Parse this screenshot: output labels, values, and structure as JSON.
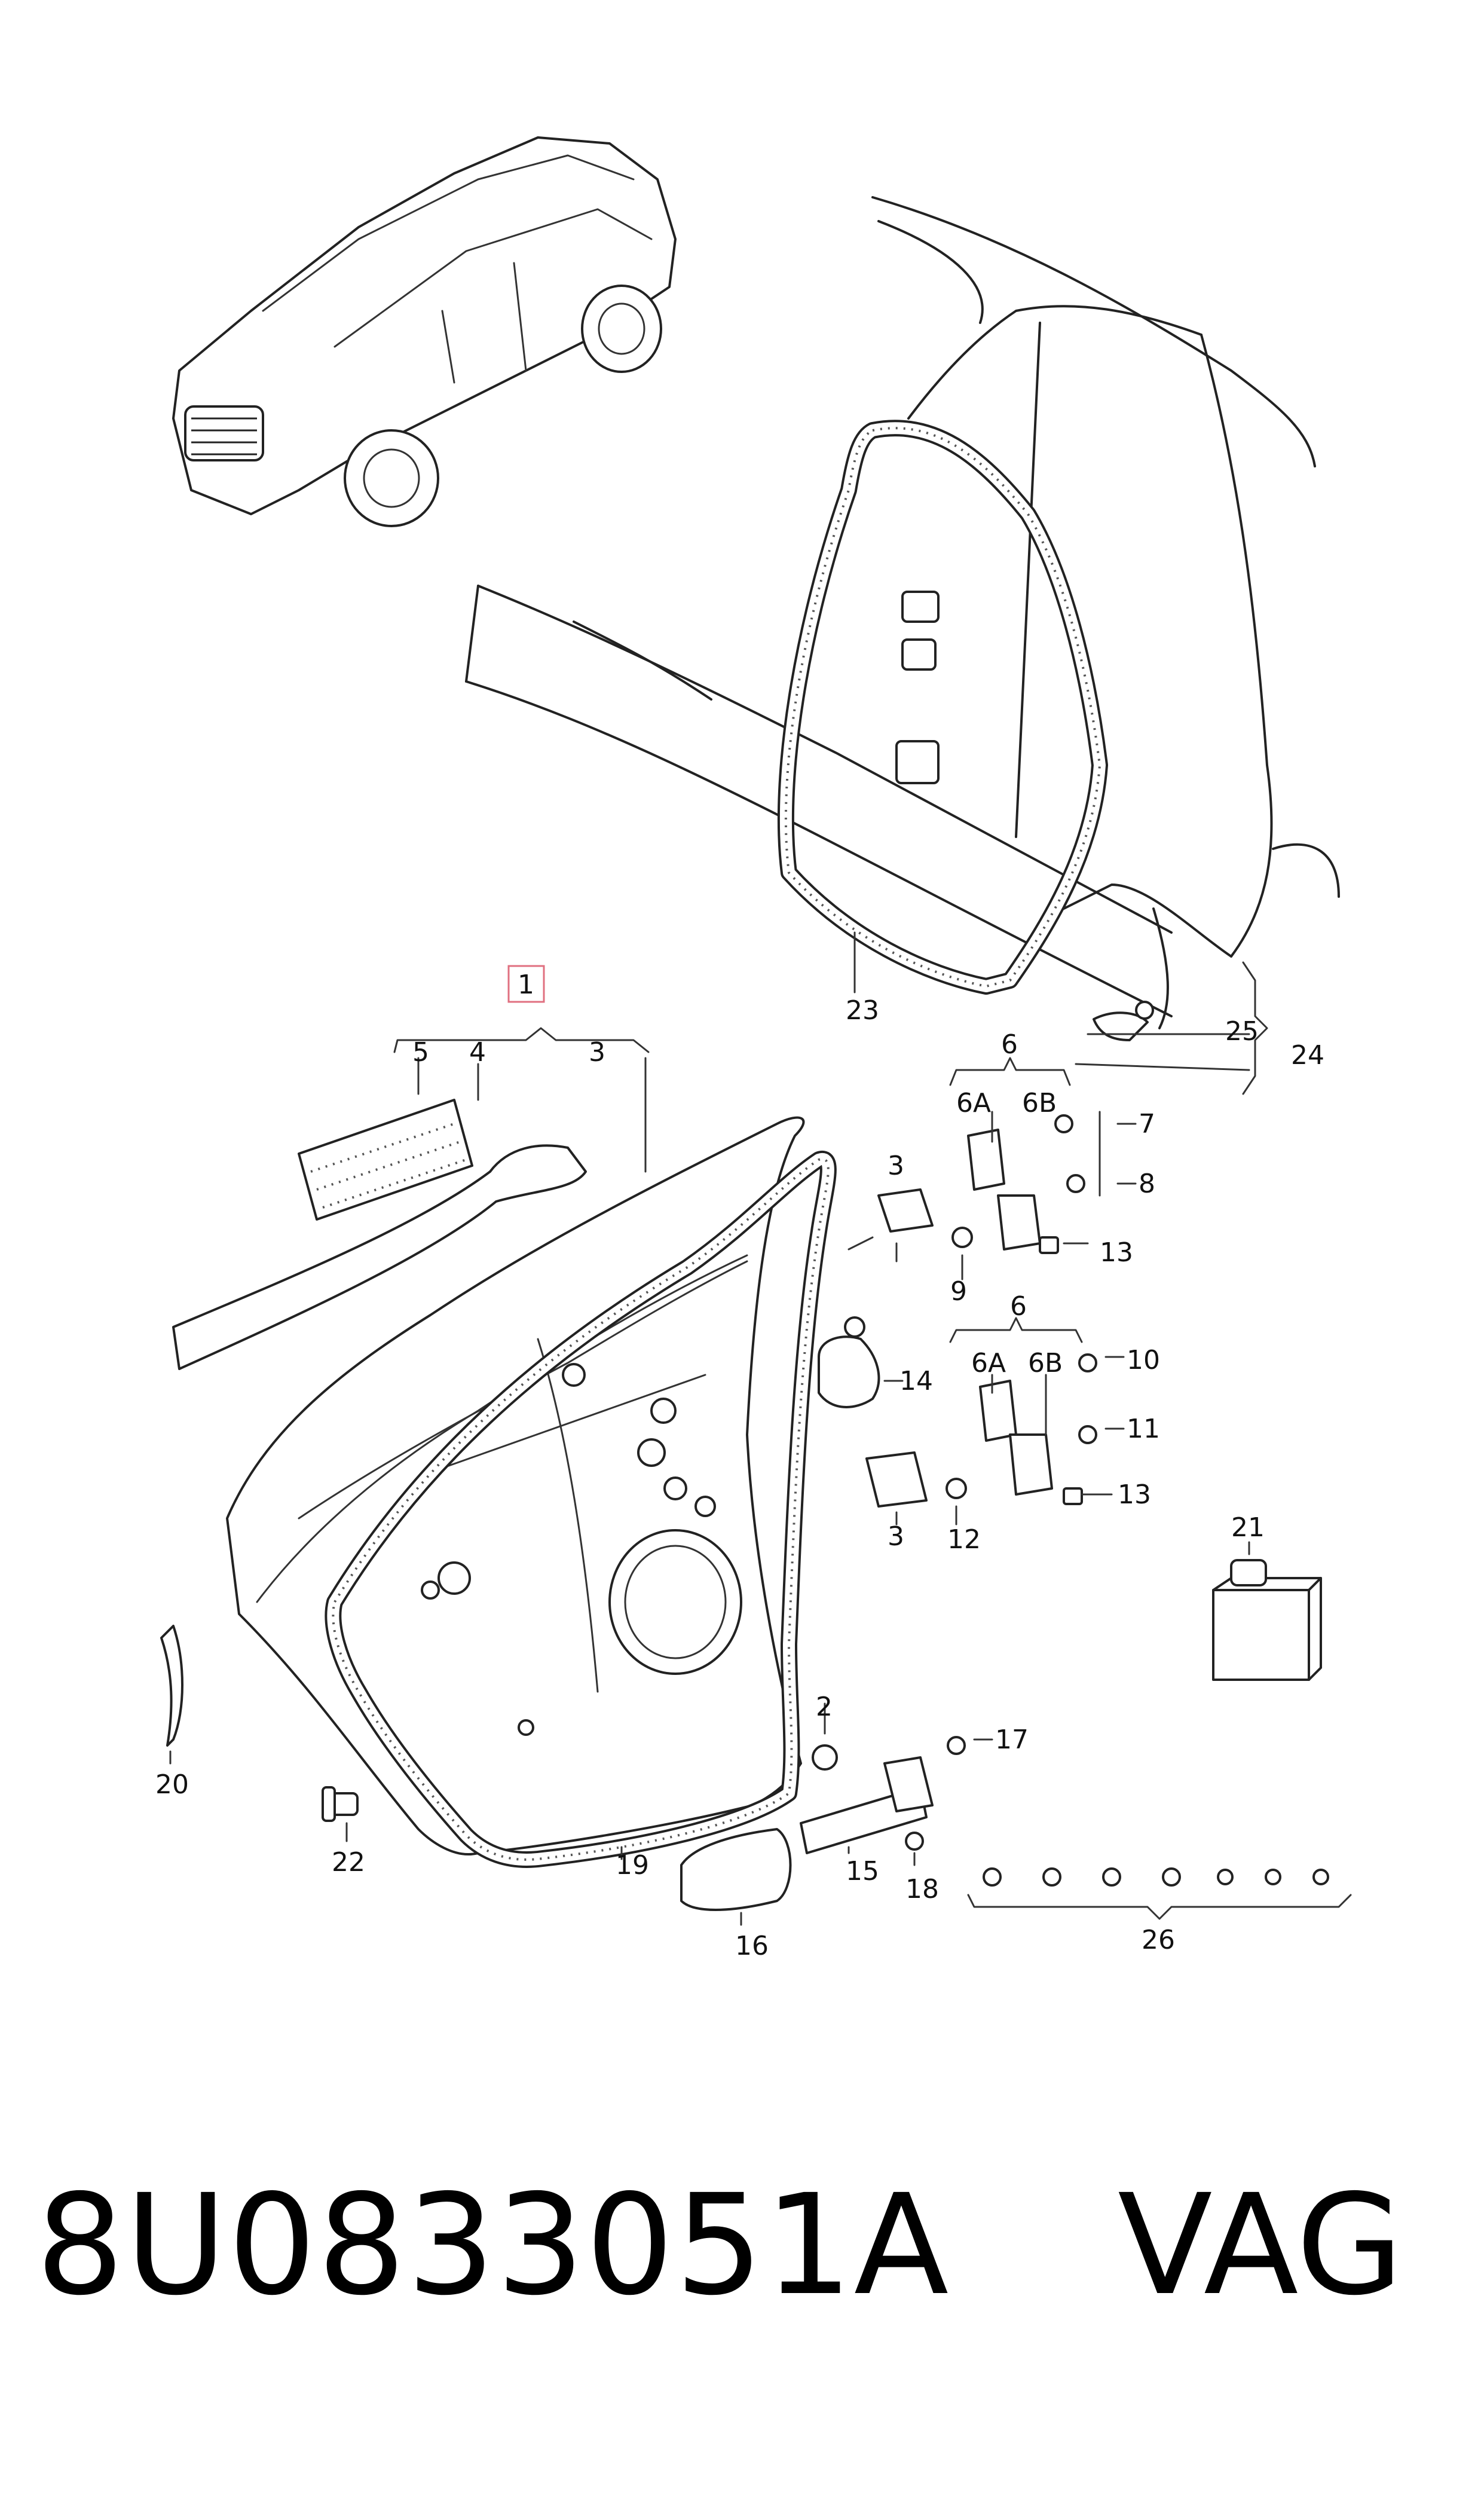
{
  "diagram": {
    "callouts": [
      {
        "id": "1",
        "text": "1",
        "highlighted": true
      },
      {
        "id": "2",
        "text": "2"
      },
      {
        "id": "3a",
        "text": "3"
      },
      {
        "id": "3b",
        "text": "3"
      },
      {
        "id": "3c",
        "text": "3"
      },
      {
        "id": "4",
        "text": "4"
      },
      {
        "id": "5",
        "text": "5"
      },
      {
        "id": "6a",
        "text": "6"
      },
      {
        "id": "6b",
        "text": "6"
      },
      {
        "id": "6A1",
        "text": "6A"
      },
      {
        "id": "6B1",
        "text": "6B"
      },
      {
        "id": "6A2",
        "text": "6A"
      },
      {
        "id": "6B2",
        "text": "6B"
      },
      {
        "id": "7",
        "text": "7"
      },
      {
        "id": "8",
        "text": "8"
      },
      {
        "id": "9",
        "text": "9"
      },
      {
        "id": "10",
        "text": "10"
      },
      {
        "id": "11",
        "text": "11"
      },
      {
        "id": "12",
        "text": "12"
      },
      {
        "id": "13a",
        "text": "13"
      },
      {
        "id": "13b",
        "text": "13"
      },
      {
        "id": "14",
        "text": "14"
      },
      {
        "id": "15",
        "text": "15"
      },
      {
        "id": "16",
        "text": "16"
      },
      {
        "id": "17",
        "text": "17"
      },
      {
        "id": "18",
        "text": "18"
      },
      {
        "id": "19",
        "text": "19"
      },
      {
        "id": "20",
        "text": "20"
      },
      {
        "id": "21",
        "text": "21"
      },
      {
        "id": "22",
        "text": "22"
      },
      {
        "id": "23",
        "text": "23"
      },
      {
        "id": "24",
        "text": "24"
      },
      {
        "id": "25",
        "text": "25"
      },
      {
        "id": "26",
        "text": "26"
      }
    ],
    "highlight_color": "#e07080"
  },
  "footer": {
    "part_number": "8U0833051A",
    "brand": "VAG"
  }
}
